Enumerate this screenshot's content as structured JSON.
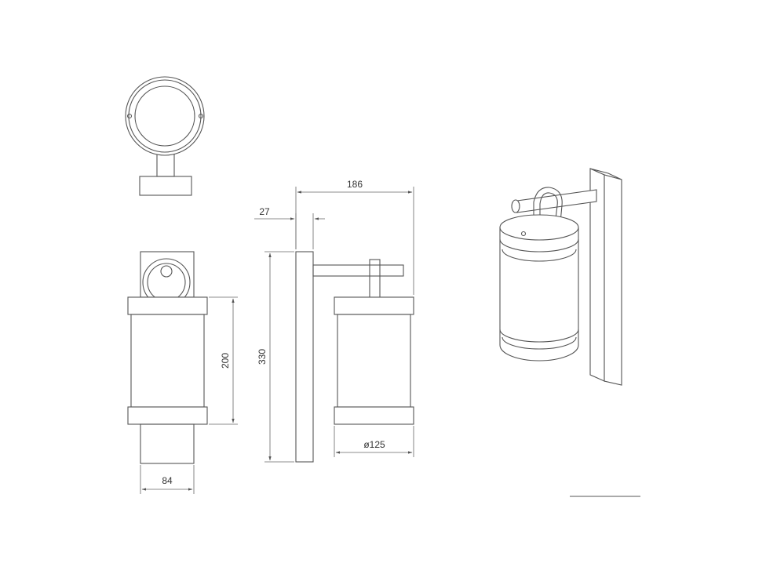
{
  "dimensions": {
    "width_total": "186",
    "plate_offset": "27",
    "height_total": "330",
    "height_lamp": "200",
    "diameter": "ø125",
    "plate_width": "84"
  },
  "colors": {
    "line": "#555555",
    "background": "#ffffff"
  }
}
